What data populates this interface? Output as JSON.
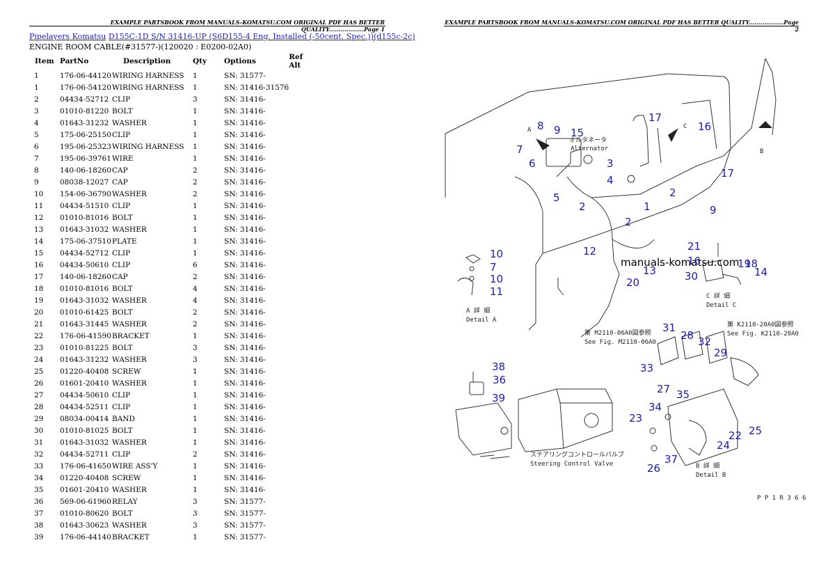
{
  "header": {
    "left_page": "EXAMPLE PARTSBOOK FROM MANUALS-KOMATSU.COM ORIGINAL PDF HAS BETTER QUALITY..................Page 1",
    "right_page": "EXAMPLE PARTSBOOK FROM MANUALS-KOMATSU.COM ORIGINAL PDF HAS BETTER QUALITY..................Page 2"
  },
  "breadcrumb": {
    "category": "Pipelayers Komatsu",
    "model": "D155C-1D S/N 31416-UP (S6D155-4 Eng. Installed (-50cent. Spec.))(d155c-2c)"
  },
  "section_title": "ENGINE ROOM CABLE(#31577-)(120020 : E0200-02A0)",
  "table": {
    "headers": [
      "Item",
      "PartNo",
      "Description",
      "Qty",
      "Options",
      "Ref Alt"
    ],
    "rows": [
      [
        "1",
        "176-06-44120",
        "WIRING HARNESS",
        "1",
        "SN: 31577-",
        ""
      ],
      [
        "1",
        "176-06-54120",
        "WIRING HARNESS",
        "1",
        "SN: 31416-31576",
        ""
      ],
      [
        "2",
        "04434-52712",
        "CLIP",
        "3",
        "SN: 31416-",
        ""
      ],
      [
        "3",
        "01010-81220",
        "BOLT",
        "1",
        "SN: 31416-",
        ""
      ],
      [
        "4",
        "01643-31232",
        "WASHER",
        "1",
        "SN: 31416-",
        ""
      ],
      [
        "5",
        "175-06-25150",
        "CLIP",
        "1",
        "SN: 31416-",
        ""
      ],
      [
        "6",
        "195-06-25323",
        "WIRING HARNESS",
        "1",
        "SN: 31416-",
        ""
      ],
      [
        "7",
        "195-06-39761",
        "WIRE",
        "1",
        "SN: 31416-",
        ""
      ],
      [
        "8",
        "140-06-18260",
        "CAP",
        "2",
        "SN: 31416-",
        ""
      ],
      [
        "9",
        "08038-12027",
        "CAP",
        "2",
        "SN: 31416-",
        ""
      ],
      [
        "10",
        "154-06-36790",
        "WASHER",
        "2",
        "SN: 31416-",
        ""
      ],
      [
        "11",
        "04434-51510",
        "CLIP",
        "1",
        "SN: 31416-",
        ""
      ],
      [
        "12",
        "01010-81016",
        "BOLT",
        "1",
        "SN: 31416-",
        ""
      ],
      [
        "13",
        "01643-31032",
        "WASHER",
        "1",
        "SN: 31416-",
        ""
      ],
      [
        "14",
        "175-06-37510",
        "PLATE",
        "1",
        "SN: 31416-",
        ""
      ],
      [
        "15",
        "04434-52712",
        "CLIP",
        "1",
        "SN: 31416-",
        ""
      ],
      [
        "16",
        "04434-50610",
        "CLIP",
        "6",
        "SN: 31416-",
        ""
      ],
      [
        "17",
        "140-06-18260",
        "CAP",
        "2",
        "SN: 31416-",
        ""
      ],
      [
        "18",
        "01010-81016",
        "BOLT",
        "4",
        "SN: 31416-",
        ""
      ],
      [
        "19",
        "01643-31032",
        "WASHER",
        "4",
        "SN: 31416-",
        ""
      ],
      [
        "20",
        "01010-61425",
        "BOLT",
        "2",
        "SN: 31416-",
        ""
      ],
      [
        "21",
        "01643-31445",
        "WASHER",
        "2",
        "SN: 31416-",
        ""
      ],
      [
        "22",
        "176-06-41590",
        "BRACKET",
        "1",
        "SN: 31416-",
        ""
      ],
      [
        "23",
        "01010-81225",
        "BOLT",
        "3",
        "SN: 31416-",
        ""
      ],
      [
        "24",
        "01643-31232",
        "WASHER",
        "3",
        "SN: 31416-",
        ""
      ],
      [
        "25",
        "01220-40408",
        "SCREW",
        "1",
        "SN: 31416-",
        ""
      ],
      [
        "26",
        "01601-20410",
        "WASHER",
        "1",
        "SN: 31416-",
        ""
      ],
      [
        "27",
        "04434-50610",
        "CLIP",
        "1",
        "SN: 31416-",
        ""
      ],
      [
        "28",
        "04434-52511",
        "CLIP",
        "1",
        "SN: 31416-",
        ""
      ],
      [
        "29",
        "08034-00414",
        "BAND",
        "1",
        "SN: 31416-",
        ""
      ],
      [
        "30",
        "01010-81025",
        "BOLT",
        "1",
        "SN: 31416-",
        ""
      ],
      [
        "31",
        "01643-31032",
        "WASHER",
        "1",
        "SN: 31416-",
        ""
      ],
      [
        "32",
        "04434-52711",
        "CLIP",
        "2",
        "SN: 31416-",
        ""
      ],
      [
        "33",
        "176-06-41650",
        "WIRE ASS'Y",
        "1",
        "SN: 31416-",
        ""
      ],
      [
        "34",
        "01220-40408",
        "SCREW",
        "1",
        "SN: 31416-",
        ""
      ],
      [
        "35",
        "01601-20410",
        "WASHER",
        "1",
        "SN: 31416-",
        ""
      ],
      [
        "36",
        "569-06-61960",
        "RELAY",
        "3",
        "SN: 31577-",
        ""
      ],
      [
        "37",
        "01010-80620",
        "BOLT",
        "3",
        "SN: 31577-",
        ""
      ],
      [
        "38",
        "01643-30623",
        "WASHER",
        "3",
        "SN: 31577-",
        ""
      ],
      [
        "39",
        "176-06-44140",
        "BRACKET",
        "1",
        "SN: 31577-",
        ""
      ]
    ]
  },
  "diagram": {
    "watermark": "manuals-komatsu.com",
    "alternator_jp": "オルタネータ",
    "alternator_en": "Alternator",
    "detail_a_jp": "A 詳 細",
    "detail_a_en": "Detail A",
    "detail_b_jp": "B 詳 細",
    "detail_b_en": "Detail B",
    "detail_c_jp": "C 詳 細",
    "detail_c_en": "Detail C",
    "ref1_jp": "第 M2110-06A0図参照",
    "ref1_en": "See Fig. M2110-06A0",
    "ref2_jp": "第 K2110-20A0図参照",
    "ref2_en": "See Fig. K2110-20A0",
    "valve_jp": "ステアリングコントロールバルブ",
    "valve_en": "Steering Control Valve",
    "view_a": "A",
    "view_b": "B",
    "view_c": "C",
    "drawing_code": "P P 1 R 3 6 6",
    "callouts": [
      "1",
      "2",
      "2",
      "2",
      "3",
      "4",
      "5",
      "6",
      "7",
      "8",
      "9",
      "15",
      "16",
      "17",
      "17",
      "9",
      "10",
      "7",
      "10",
      "11",
      "12",
      "13",
      "20",
      "21",
      "16",
      "19",
      "18",
      "14",
      "30",
      "31",
      "28",
      "32",
      "29",
      "33",
      "27",
      "35",
      "34",
      "23",
      "24",
      "22",
      "25",
      "26",
      "37",
      "38",
      "36",
      "39"
    ]
  }
}
